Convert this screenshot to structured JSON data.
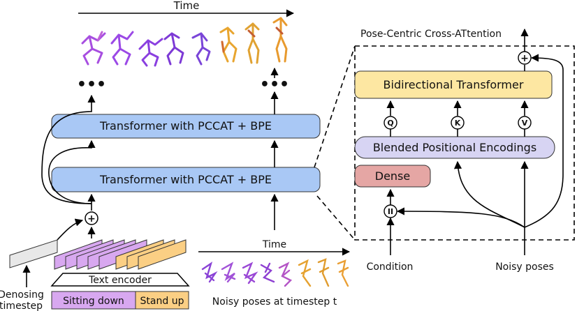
{
  "top": {
    "time_label": "Time",
    "ellipsis_left": "•••",
    "ellipsis_right": "•••"
  },
  "left": {
    "transformer_upper": "Transformer with PCCAT + BPE",
    "transformer_lower": "Transformer with PCCAT + BPE",
    "add_symbol": "+",
    "denoising_label_line1": "Denosing",
    "denoising_label_line2": "timestep",
    "text_encoder": "Text encoder",
    "prompt_segment_1": "Sitting down",
    "prompt_segment_2": "Stand up",
    "noisy_time_label": "Time",
    "noisy_poses_caption": "Noisy poses at timestep t"
  },
  "right": {
    "title": "Pose-Centric Cross-ATtention",
    "bidirectional": "Bidirectional Transformer",
    "blended": "Blended Positional Encodings",
    "dense": "Dense",
    "q": "Q",
    "k": "K",
    "v": "V",
    "concat_symbol": "II",
    "add_symbol": "+",
    "condition": "Condition",
    "noisy_poses": "Noisy poses"
  },
  "colors": {
    "block_blue": "#a9c8f5",
    "block_yellow": "#fde7a2",
    "block_lavender": "#d7d4f3",
    "block_red": "#e5a6a4",
    "text_purple": "#d8a8f0",
    "text_orange": "#fbcf84",
    "gray_embed": "#e8e8e8"
  }
}
